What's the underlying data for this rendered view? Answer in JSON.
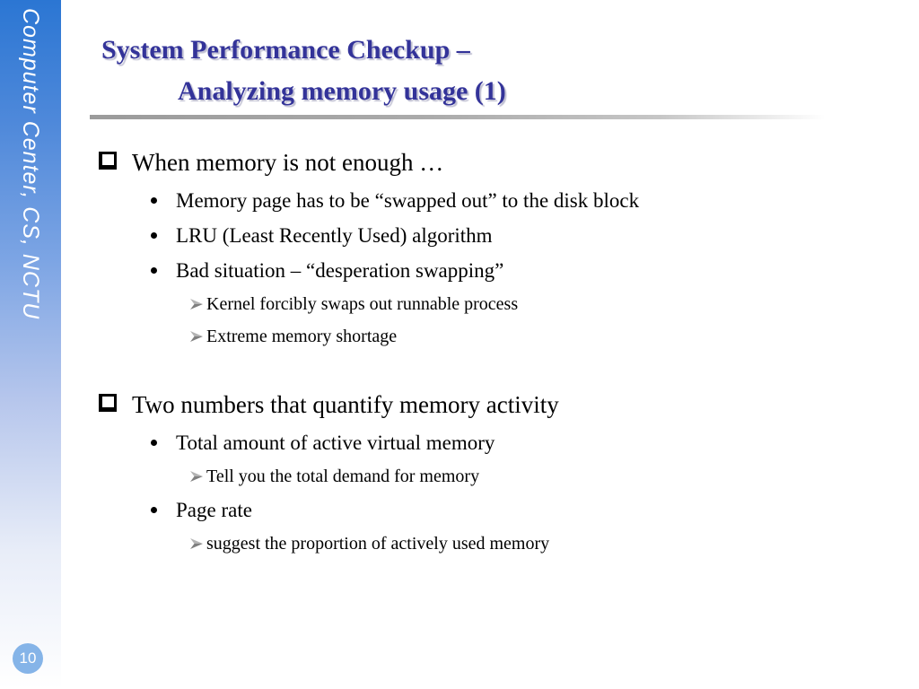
{
  "sidebar": {
    "vertical_text": "Computer Center, CS, NCTU",
    "page_number": "10"
  },
  "title": {
    "line1": "System Performance Checkup –",
    "line2": "Analyzing memory usage (1)"
  },
  "sections": [
    {
      "heading": "When memory is not enough …",
      "items": [
        {
          "level": 2,
          "text": "Memory page has to be “swapped out” to the disk block"
        },
        {
          "level": 2,
          "text": "LRU (Least Recently Used) algorithm"
        },
        {
          "level": 2,
          "text": "Bad situation – “desperation swapping”"
        },
        {
          "level": 3,
          "text": "Kernel forcibly swaps out runnable process"
        },
        {
          "level": 3,
          "text": "Extreme memory shortage"
        }
      ]
    },
    {
      "heading": "Two numbers that quantify memory activity",
      "items": [
        {
          "level": 2,
          "text": "Total amount of active virtual memory"
        },
        {
          "level": 3,
          "text": "Tell you the total demand for memory"
        },
        {
          "level": 2,
          "text": "Page rate"
        },
        {
          "level": 3,
          "text": "suggest the proportion of actively used memory"
        }
      ]
    }
  ],
  "colors": {
    "title_text": "#333399",
    "sidebar_top": "#2b76d3",
    "sidebar_bottom": "#ffffff",
    "page_badge": "#85b4e8",
    "arrow_bullet": "#7f7f7f"
  }
}
